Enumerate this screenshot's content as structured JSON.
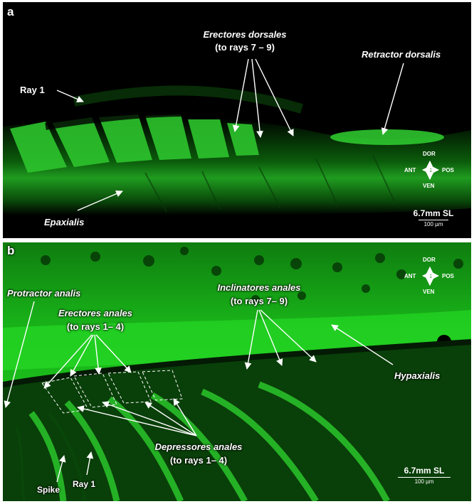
{
  "panels": [
    {
      "letter": "a",
      "labels": {
        "ray1": "Ray 1",
        "erectores_title": "Erectores dorsales",
        "erectores_sub": "(to rays 7 – 9)",
        "retractor": "Retractor dorsalis",
        "epaxialis": "Epaxialis"
      },
      "orientation": {
        "dor": "DOR",
        "ant": "ANT",
        "pos": "POS",
        "ven": "VEN"
      },
      "scale": {
        "sl": "6.7mm SL",
        "bar": "100 µm"
      }
    },
    {
      "letter": "b",
      "labels": {
        "protractor": "Protractor analis",
        "erectores_title": "Erectores anales",
        "erectores_sub": "(to rays 1– 4)",
        "inclinatores_title": "Inclinatores anales",
        "inclinatores_sub": "(to rays 7– 9)",
        "hypaxialis": "Hypaxialis",
        "depressores_title": "Depressores anales",
        "depressores_sub": "(to rays 1– 4)",
        "spike": "Spike",
        "ray1": "Ray 1"
      },
      "orientation": {
        "dor": "DOR",
        "ant": "ANT",
        "pos": "POS",
        "ven": "VEN"
      },
      "scale": {
        "sl": "6.7mm SL",
        "bar": "100 µm"
      }
    }
  ],
  "colors": {
    "fluorescence": "#22ff22",
    "background": "#000000",
    "annotation": "#ffffff"
  }
}
